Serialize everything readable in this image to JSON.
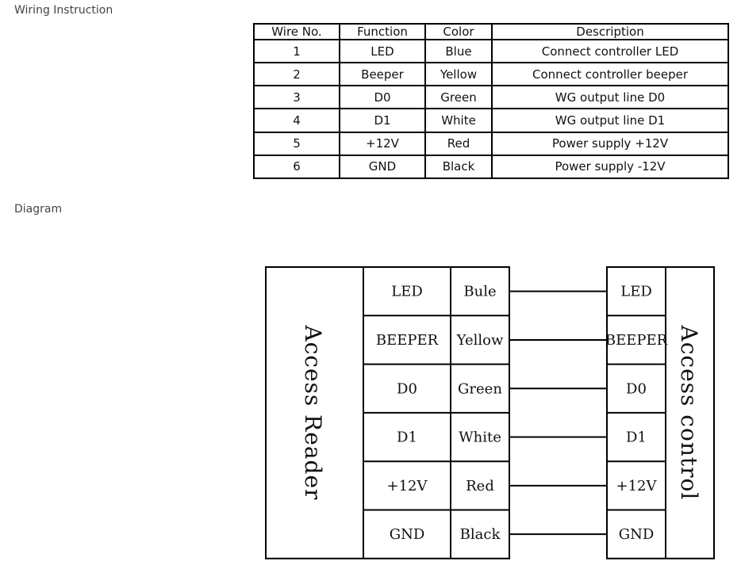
{
  "headings": {
    "wiring": "Wiring Instruction",
    "diagram": "Diagram"
  },
  "table": {
    "headers": [
      "Wire No.",
      "Function",
      "Color",
      "Description"
    ],
    "rows": [
      [
        "1",
        "LED",
        "Blue",
        "Connect controller LED"
      ],
      [
        "2",
        "Beeper",
        "Yellow",
        "Connect controller beeper"
      ],
      [
        "3",
        "D0",
        "Green",
        "WG output line D0"
      ],
      [
        "4",
        "D1",
        "White",
        "WG output line D1"
      ],
      [
        "5",
        "+12V",
        "Red",
        "Power supply +12V"
      ],
      [
        "6",
        "GND",
        "Black",
        "Power supply -12V"
      ]
    ]
  },
  "diagram": {
    "reader_label": "Access Reader",
    "controller_label": "Access control",
    "wires": [
      {
        "function": "LED",
        "color": "Bule",
        "controller": "LED"
      },
      {
        "function": "BEEPER",
        "color": "Yellow",
        "controller": "BEEPER"
      },
      {
        "function": "D0",
        "color": "Green",
        "controller": "D0"
      },
      {
        "function": "D1",
        "color": "White",
        "controller": "D1"
      },
      {
        "function": "+12V",
        "color": "Red",
        "controller": "+12V"
      },
      {
        "function": "GND",
        "color": "Black",
        "controller": "GND"
      }
    ]
  }
}
